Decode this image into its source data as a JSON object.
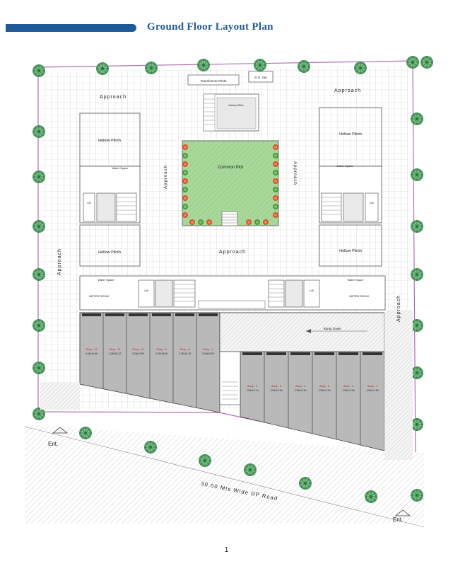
{
  "page": {
    "title": "Ground Floor Layout Plan",
    "page_number": "1"
  },
  "plan": {
    "approach": "Approach",
    "hollow_plinth": "Hollow Plinth",
    "water_space": "Water Space",
    "meter_room": "METER ROOM",
    "lift": "Lift",
    "transformer_plinth": "Transformer Plinth",
    "dg_set": "D.G. Set",
    "society_office": "Society Office",
    "common_plot": "Common Plot",
    "ramp_down": "Ramp Down",
    "road": "30.00 Mts Wide DP Road",
    "entrance": "Ent.",
    "shops_left": [
      {
        "name": "Shop - 12",
        "size": "4.60x11.66"
      },
      {
        "name": "Shop - 11",
        "size": "3.25x13.22"
      },
      {
        "name": "Shop - 10",
        "size": "3.25x13.50"
      },
      {
        "name": "Shop - 9",
        "size": "3.25x13.65"
      },
      {
        "name": "Shop - 8",
        "size": "3.25x14.30"
      },
      {
        "name": "Shop - 7",
        "size": "3.25x15.00"
      }
    ],
    "shops_right": [
      {
        "name": "Shop - 6",
        "size": "3.25x10.14"
      },
      {
        "name": "Shop - 5",
        "size": "3.25x10.94"
      },
      {
        "name": "Shop - 4",
        "size": "3.25x11.54"
      },
      {
        "name": "Shop - 3",
        "size": "3.25x12.24"
      },
      {
        "name": "Shop - 2",
        "size": "3.25x12.94"
      },
      {
        "name": "Shop - 1",
        "size": "4.60x13.62"
      }
    ]
  }
}
